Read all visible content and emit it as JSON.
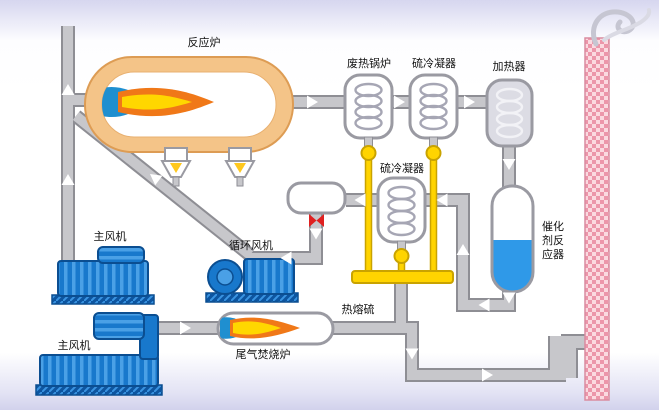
{
  "labels": {
    "reaction_furnace": "反应炉",
    "waste_heat_boiler": "废热锅炉",
    "sulfur_condenser_top": "硫冷凝器",
    "heater": "加热器",
    "sulfur_condenser_mid": "硫冷凝器",
    "catalytic_reactor": "催化剂反应器",
    "main_blower_top": "主风机",
    "circulation_blower": "循环风机",
    "main_blower_bottom": "主风机",
    "tail_gas_incinerator": "尾气焚烧炉",
    "molten_sulfur": "热熔硫"
  },
  "colors": {
    "background_edge": "#d6d6ef",
    "pipe_fill": "#c7c7cb",
    "pipe_outline": "#8e8e94",
    "furnace_shell": "#f4c488",
    "flame_blue": "#1f8fd0",
    "flame_orange": "#f07818",
    "flame_yellow": "#ffd700",
    "equipment_blue": "#1878cc",
    "equipment_blue_dark": "#0b4e91",
    "sulfur_yellow": "#ffd400",
    "reactor_liquid_blue": "#2f99e8",
    "stack_pink": "#ec96aa",
    "valve_red": "#e02020",
    "vessel_outline": "#9a9aa2"
  }
}
